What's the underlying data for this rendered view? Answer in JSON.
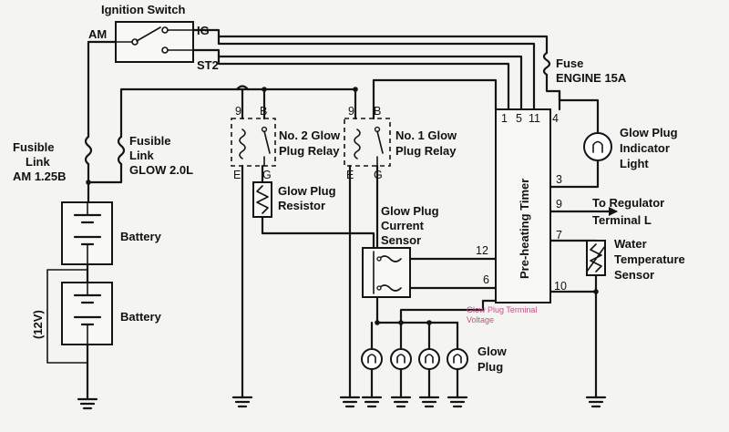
{
  "ignition_switch": {
    "title": "Ignition Switch",
    "am": "AM",
    "ig": "IG",
    "st2": "ST2"
  },
  "fuse": {
    "label1": "Fuse",
    "label2": "ENGINE 15A"
  },
  "fusible_link_am": {
    "line1": "Fusible",
    "line2": "Link",
    "line3": "AM 1.25B"
  },
  "fusible_link_glow": {
    "line1": "Fusible",
    "line2": "Link",
    "line3": "GLOW 2.0L"
  },
  "battery_upper": {
    "label": "Battery"
  },
  "battery_lower": {
    "label": "Battery"
  },
  "voltage": {
    "label": "(12V)"
  },
  "relay2": {
    "line1": "No. 2 Glow",
    "line2": "Plug Relay",
    "pin_9": "9",
    "pin_b": "B",
    "pin_e": "E",
    "pin_g": "G"
  },
  "relay1": {
    "line1": "No. 1 Glow",
    "line2": "Plug Relay",
    "pin_9": "9",
    "pin_b": "B",
    "pin_e": "E",
    "pin_g": "G"
  },
  "resistor": {
    "line1": "Glow Plug",
    "line2": "Resistor"
  },
  "current_sensor": {
    "line1": "Glow Plug",
    "line2": "Current",
    "line3": "Sensor"
  },
  "timer": {
    "label": "Pre-heating Timer",
    "pins": {
      "p1": "1",
      "p5": "5",
      "p11": "11",
      "p4": "4",
      "p3": "3",
      "p9": "9",
      "p7": "7",
      "p10": "10",
      "p12": "12",
      "p6": "6"
    }
  },
  "indicator": {
    "line1": "Glow Plug",
    "line2": "Indicator",
    "line3": "Light"
  },
  "regulator": {
    "line1": "To Regulator",
    "line2": "Terminal L"
  },
  "water_sensor": {
    "line1": "Water",
    "line2": "Temperature",
    "line3": "Sensor"
  },
  "glow_plug": {
    "line1": "Glow",
    "line2": "Plug"
  },
  "annotation": {
    "line1": "Glow Plug Terminal",
    "line2": "Voltage"
  }
}
